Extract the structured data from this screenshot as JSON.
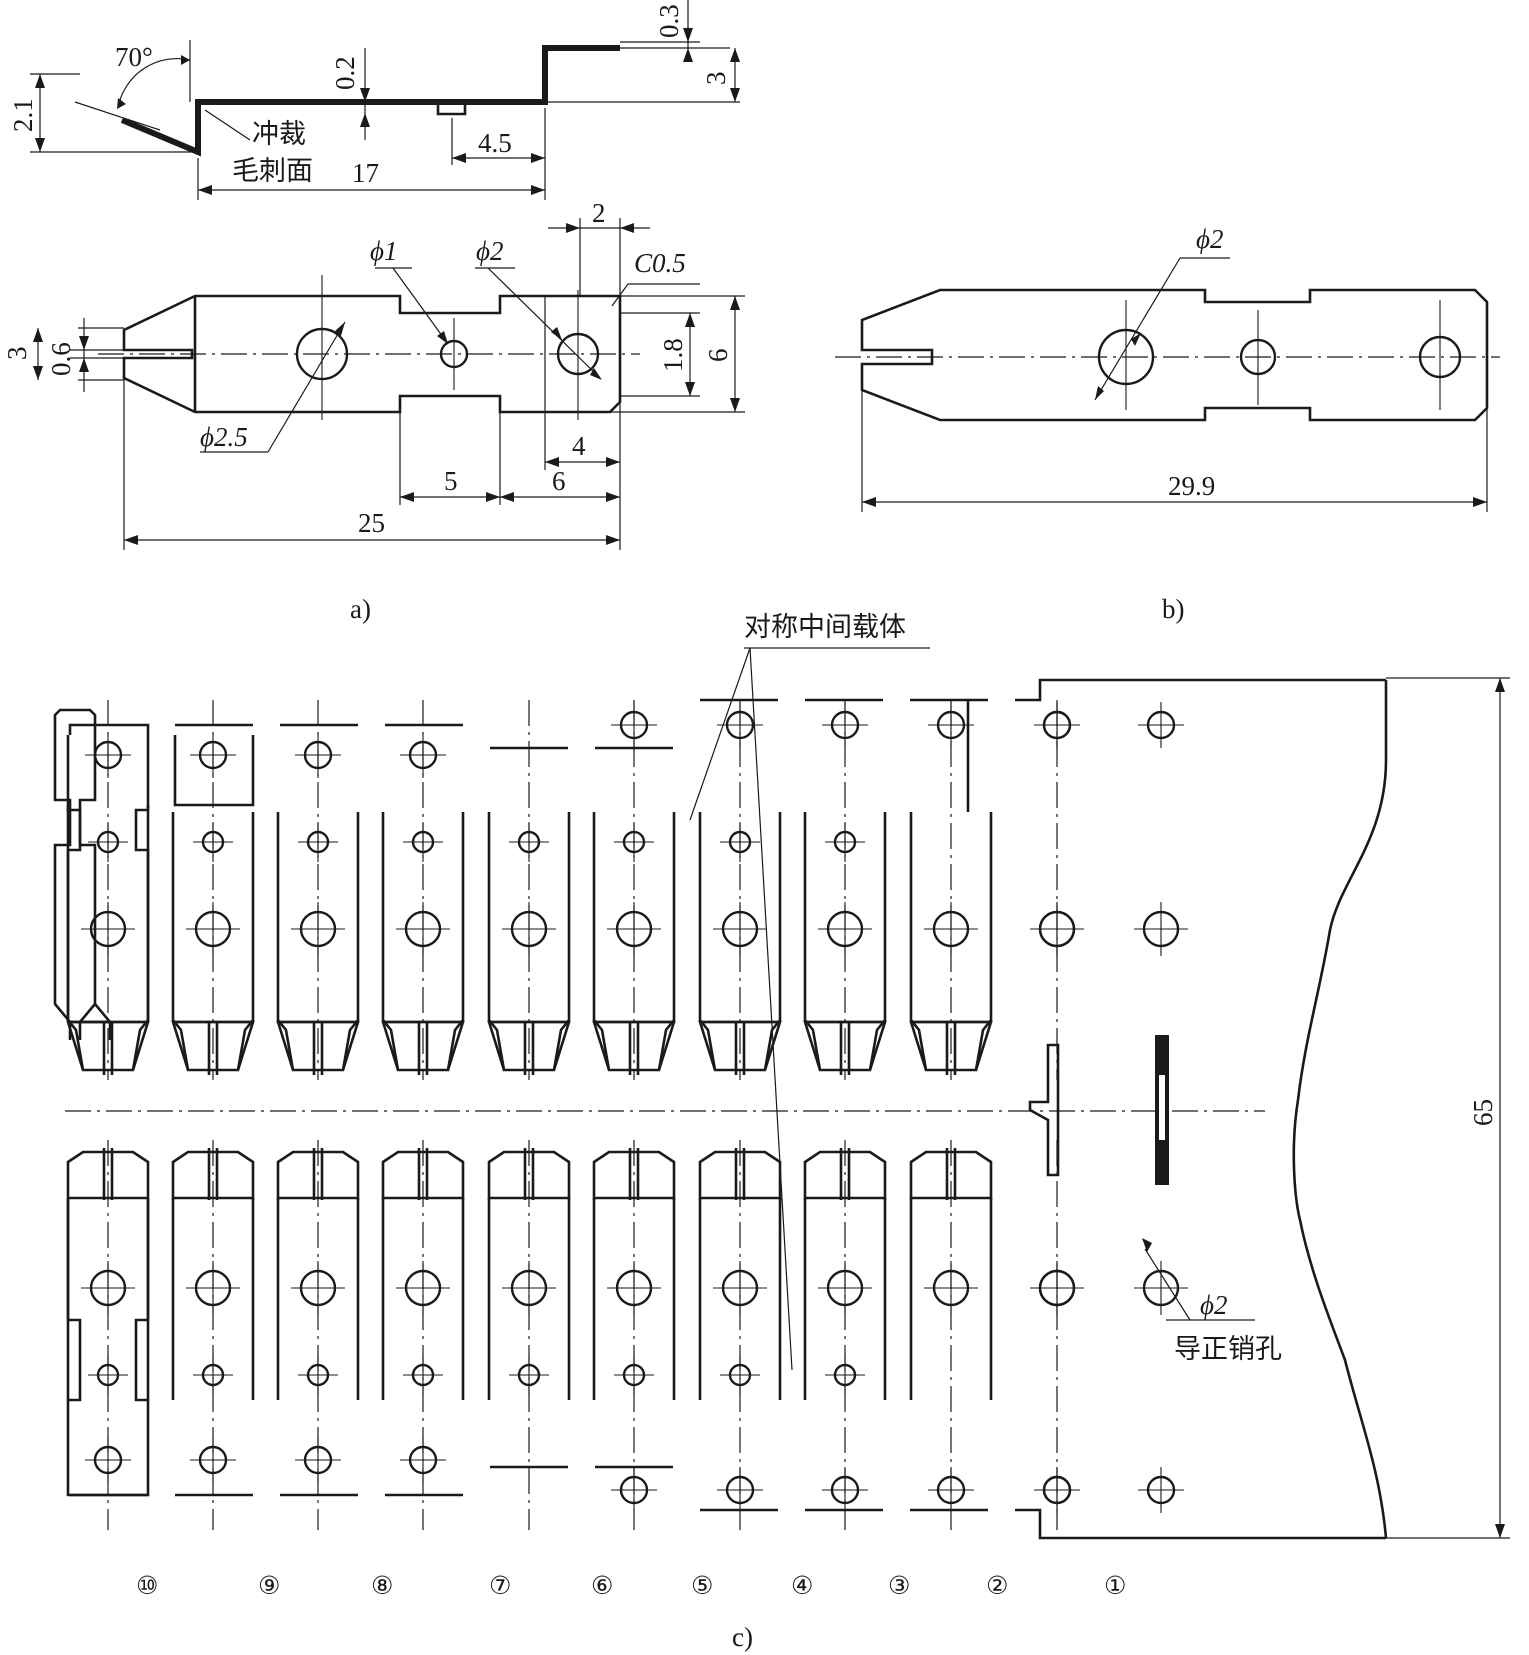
{
  "figure_a": {
    "label": "a)",
    "angle": "70°",
    "punch_label_1": "冲裁",
    "punch_label_2": "毛刺面",
    "dims": {
      "d2_1": "2.1",
      "d0_2": "0.2",
      "d0_3": "0.3",
      "d3_top": "3",
      "d4_5": "4.5",
      "d17": "17",
      "d2_top": "2",
      "phi1": "ϕ1",
      "phi2": "ϕ2",
      "chamfer": "C0.5",
      "d3_left": "3",
      "d0_6": "0.6",
      "d1_8": "1.8",
      "d6_right": "6",
      "phi2_5": "ϕ2.5",
      "d4": "4",
      "d5": "5",
      "d6": "6",
      "d25": "25"
    }
  },
  "figure_b": {
    "label": "b)",
    "phi2": "ϕ2",
    "d29_9": "29.9"
  },
  "figure_c": {
    "label": "c)",
    "carrier_label": "对称中间载体",
    "pilot_phi": "ϕ2",
    "pilot_label": "导正销孔",
    "width_dim": "65",
    "stations": [
      "⑩",
      "⑨",
      "⑧",
      "⑦",
      "⑥",
      "⑤",
      "④",
      "③",
      "②",
      "①"
    ]
  }
}
